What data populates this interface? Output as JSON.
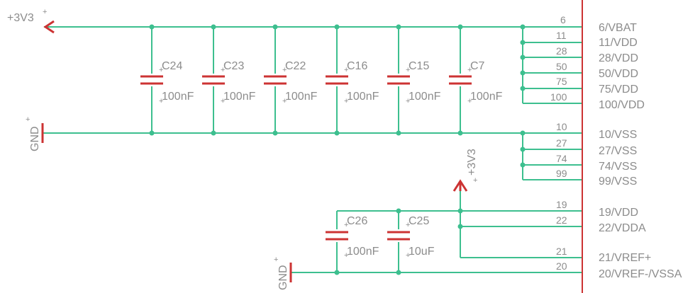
{
  "power": {
    "vcc_label": "+3V3",
    "gnd_label": "GND"
  },
  "capacitors_top": [
    {
      "name": "C24",
      "value": "100nF"
    },
    {
      "name": "C23",
      "value": "100nF"
    },
    {
      "name": "C22",
      "value": "100nF"
    },
    {
      "name": "C16",
      "value": "100nF"
    },
    {
      "name": "C15",
      "value": "100nF"
    },
    {
      "name": "C7",
      "value": "100nF"
    }
  ],
  "capacitors_bottom": [
    {
      "name": "C26",
      "value": "100nF"
    },
    {
      "name": "C25",
      "value": "10uF"
    }
  ],
  "pins": [
    {
      "num": "6",
      "label": "6/VBAT"
    },
    {
      "num": "11",
      "label": "11/VDD"
    },
    {
      "num": "28",
      "label": "28/VDD"
    },
    {
      "num": "50",
      "label": "50/VDD"
    },
    {
      "num": "75",
      "label": "75/VDD"
    },
    {
      "num": "100",
      "label": "100/VDD"
    },
    {
      "num": "10",
      "label": "10/VSS"
    },
    {
      "num": "27",
      "label": "27/VSS"
    },
    {
      "num": "74",
      "label": "74/VSS"
    },
    {
      "num": "99",
      "label": "99/VSS"
    },
    {
      "num": "19",
      "label": "19/VDD"
    },
    {
      "num": "22",
      "label": "22/VDDA"
    },
    {
      "num": "21",
      "label": "21/VREF+"
    },
    {
      "num": "20",
      "label": "20/VREF-/VSSA"
    }
  ],
  "colors": {
    "wire": "#3dbf8f",
    "symbol": "#cc3333",
    "text": "#8c8c8c"
  }
}
